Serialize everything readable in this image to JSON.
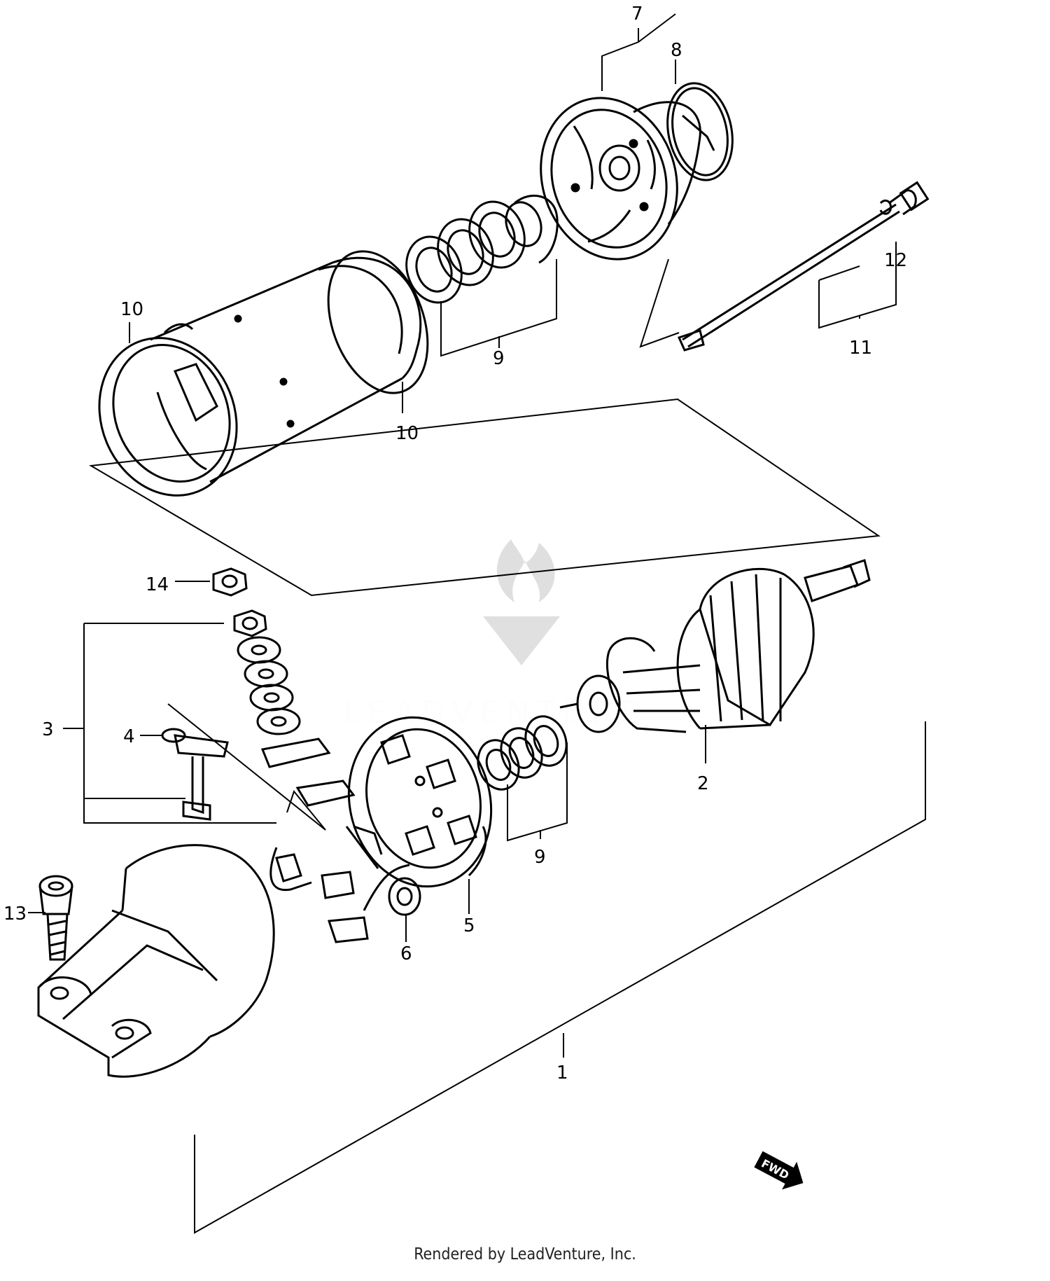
{
  "diagram": {
    "callouts": [
      {
        "id": "c7",
        "label": "7"
      },
      {
        "id": "c8",
        "label": "8"
      },
      {
        "id": "c12",
        "label": "12"
      },
      {
        "id": "c11",
        "label": "11"
      },
      {
        "id": "c9a",
        "label": "9"
      },
      {
        "id": "c10a",
        "label": "10"
      },
      {
        "id": "c10b",
        "label": "10"
      },
      {
        "id": "c14",
        "label": "14"
      },
      {
        "id": "c3",
        "label": "3"
      },
      {
        "id": "c4",
        "label": "4"
      },
      {
        "id": "c2",
        "label": "2"
      },
      {
        "id": "c9b",
        "label": "9"
      },
      {
        "id": "c13",
        "label": "13"
      },
      {
        "id": "c5",
        "label": "5"
      },
      {
        "id": "c6",
        "label": "6"
      },
      {
        "id": "c1",
        "label": "1"
      }
    ],
    "fwd_label": "FWD",
    "watermark": "LEADVENTURE",
    "parts": [
      "end-cover",
      "o-ring",
      "washer-set",
      "yoke-housing",
      "through-bolt",
      "armature",
      "brush-holder",
      "brush-set",
      "bearing",
      "terminal-nut",
      "housing-bracket",
      "mounting-bolt"
    ]
  },
  "footer": {
    "credit": "Rendered by LeadVenture, Inc."
  }
}
